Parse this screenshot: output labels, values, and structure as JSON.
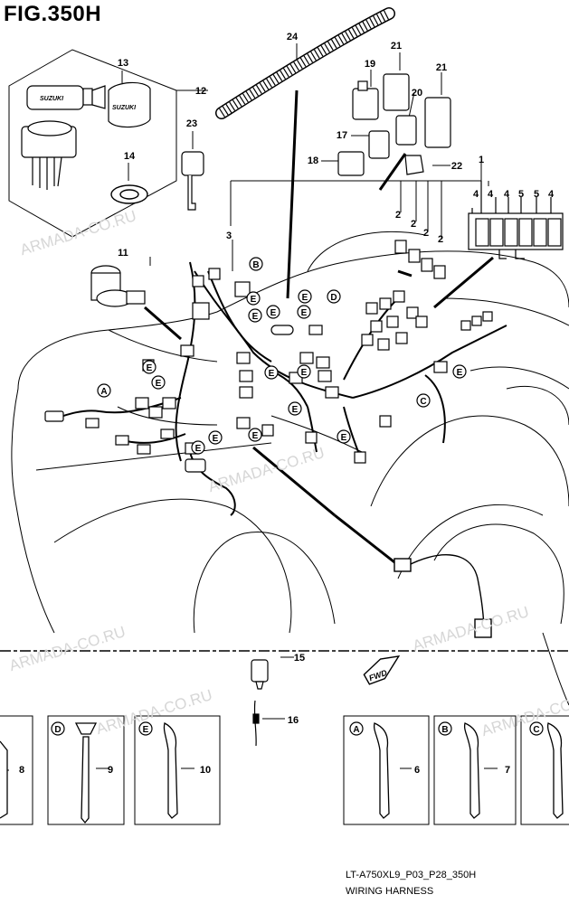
{
  "figure": {
    "title": "FIG.350H",
    "code": "LT-A750XL9_P03_P28_350H",
    "caption": "WIRING HARNESS"
  },
  "watermark": "ARMADA-CO.RU",
  "callouts": {
    "n1": "1",
    "n2": "2",
    "n3": "3",
    "n4": "4",
    "n5": "5",
    "n6": "6",
    "n7": "7",
    "n8": "8",
    "n9": "9",
    "n10": "10",
    "n11": "11",
    "n12": "12",
    "n13": "13",
    "n14": "14",
    "n15": "15",
    "n16": "16",
    "n17": "17",
    "n18": "18",
    "n19": "19",
    "n20": "20",
    "n21": "21",
    "n22": "22",
    "n23": "23",
    "n24": "24"
  },
  "clamp_letters": {
    "a": "A",
    "b": "B",
    "c": "C",
    "d": "D",
    "e": "E"
  },
  "fuse_box_ratings": [
    "4",
    "4",
    "4",
    "5",
    "5",
    "4"
  ],
  "direction_marker": "FWD",
  "ignition_brand": "SUZUKI"
}
